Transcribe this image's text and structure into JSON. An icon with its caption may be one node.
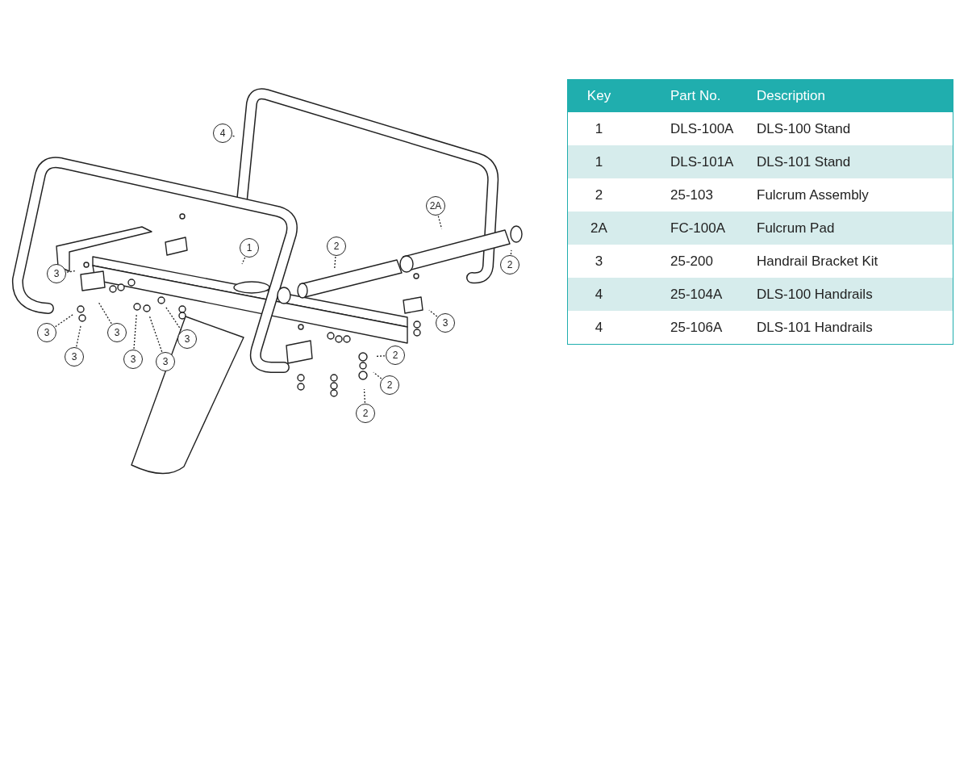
{
  "diagram": {
    "nodes": [
      {
        "text": [
          "4"
        ]
      },
      {
        "text": [
          "2A"
        ]
      },
      {
        "text": [
          "1"
        ]
      },
      {
        "text": [
          "2"
        ]
      },
      {
        "text": [
          "2"
        ]
      },
      {
        "text": [
          "3"
        ]
      },
      {
        "text": [
          "3"
        ]
      },
      {
        "text": [
          "3"
        ]
      },
      {
        "text": [
          "3"
        ]
      },
      {
        "text": [
          "3"
        ]
      },
      {
        "text": [
          "3"
        ]
      },
      {
        "text": [
          "3"
        ]
      },
      {
        "text": [
          "3"
        ]
      },
      {
        "text": [
          "2"
        ]
      },
      {
        "text": [
          "2"
        ]
      },
      {
        "text": [
          "2"
        ]
      }
    ],
    "edges": [
      {
        "from": 0,
        "to": null,
        "arrow": "none",
        "style": "dashed"
      },
      {
        "from": 1,
        "to": null,
        "arrow": "none",
        "style": "dashed"
      },
      {
        "from": 2,
        "to": null,
        "arrow": "none",
        "style": "dashed"
      },
      {
        "from": 3,
        "to": null,
        "arrow": "none",
        "style": "dashed"
      },
      {
        "from": 4,
        "to": null,
        "arrow": "none",
        "style": "dashed"
      },
      {
        "from": 5,
        "to": null,
        "arrow": "none",
        "style": "dashed"
      },
      {
        "from": 6,
        "to": null,
        "arrow": "none",
        "style": "dashed"
      },
      {
        "from": 7,
        "to": null,
        "arrow": "none",
        "style": "dashed"
      },
      {
        "from": 8,
        "to": null,
        "arrow": "none",
        "style": "dashed"
      },
      {
        "from": 9,
        "to": null,
        "arrow": "none",
        "style": "dashed"
      },
      {
        "from": 10,
        "to": null,
        "arrow": "none",
        "style": "dashed"
      },
      {
        "from": 11,
        "to": null,
        "arrow": "none",
        "style": "dashed"
      },
      {
        "from": 12,
        "to": null,
        "arrow": "none",
        "style": "dashed"
      },
      {
        "from": 13,
        "to": null,
        "arrow": "none",
        "style": "dashed"
      },
      {
        "from": 14,
        "to": null,
        "arrow": "none",
        "style": "dashed"
      },
      {
        "from": 15,
        "to": null,
        "arrow": "none",
        "style": "dashed"
      }
    ],
    "labels": [
      "Key",
      "Part No.",
      "Description",
      "1",
      "DLS-100A",
      "DLS-100 Stand",
      "1",
      "DLS-101A",
      "DLS-101 Stand",
      "2",
      "25-103",
      "Fulcrum Assembly",
      "2A",
      "FC-100A",
      "Fulcrum Pad",
      "3",
      "25-200",
      "Handrail Bracket Kit",
      "4",
      "25-104A",
      "DLS-100 Handrails",
      "4",
      "25-106A",
      "DLS-101 Handrails"
    ]
  }
}
